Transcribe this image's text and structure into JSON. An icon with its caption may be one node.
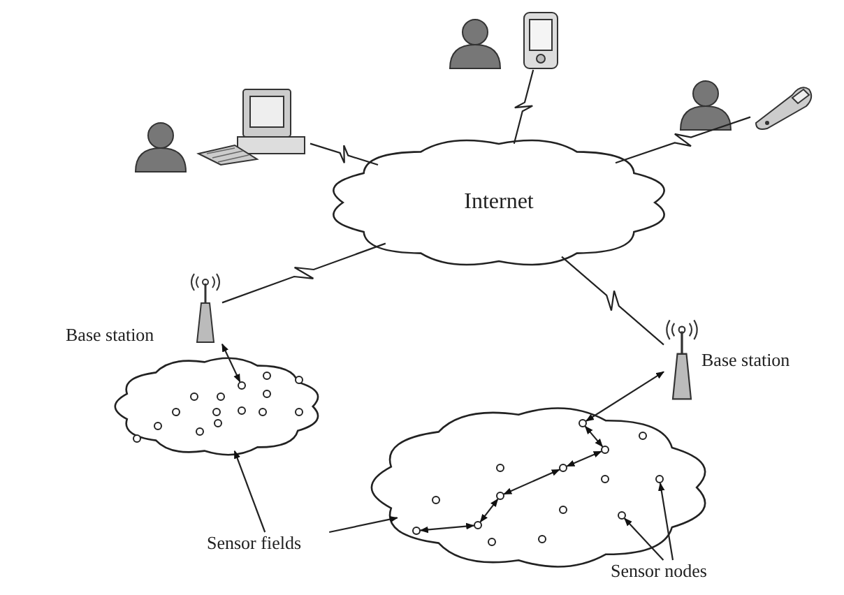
{
  "diagram": {
    "nodes": [
      {
        "text": [
          "Internet"
        ]
      },
      {
        "text": [],
        "shape": "computer"
      },
      {
        "text": [],
        "shape": "handheld"
      },
      {
        "text": [],
        "shape": "phone"
      },
      {
        "text": [],
        "shape": "tower",
        "beside": [
          "Base station"
        ]
      },
      {
        "text": [],
        "shape": "tower",
        "beside": [
          "Base station"
        ]
      },
      {
        "text": [],
        "shape": "cloud"
      },
      {
        "text": [],
        "shape": "cloud"
      },
      {
        "text": [
          "Sensor fields"
        ]
      },
      {
        "text": [
          "Sensor nodes"
        ]
      },
      {
        "text": [],
        "shape": "circle",
        "in": 6
      },
      {
        "text": [],
        "shape": "circle",
        "in": 6
      },
      {
        "text": [],
        "shape": "circle",
        "in": 6
      },
      {
        "text": [],
        "shape": "circle",
        "in": 6
      },
      {
        "text": [],
        "shape": "circle",
        "in": 6
      },
      {
        "text": [],
        "shape": "circle",
        "in": 6
      },
      {
        "text": [],
        "shape": "circle",
        "in": 6
      },
      {
        "text": [],
        "shape": "circle",
        "in": 6
      },
      {
        "text": [],
        "shape": "circle",
        "in": 6
      },
      {
        "text": [],
        "shape": "circle",
        "in": 6
      },
      {
        "text": [],
        "shape": "circle",
        "in": 6
      },
      {
        "text": [],
        "shape": "circle",
        "in": 6
      },
      {
        "text": [],
        "shape": "circle",
        "in": 6
      },
      {
        "text": [],
        "shape": "circle",
        "in": 6
      },
      {
        "text": [],
        "shape": "circle",
        "in": 6
      },
      {
        "text": [],
        "shape": "circle",
        "in": 7
      },
      {
        "text": [],
        "shape": "circle",
        "in": 7
      },
      {
        "text": [],
        "shape": "circle",
        "in": 7
      },
      {
        "text": [],
        "shape": "circle",
        "in": 7
      },
      {
        "text": [],
        "shape": "circle",
        "in": 7
      },
      {
        "text": [],
        "shape": "circle",
        "in": 7
      },
      {
        "text": [],
        "shape": "circle",
        "in": 7
      },
      {
        "text": [],
        "shape": "circle",
        "in": 7
      },
      {
        "text": [],
        "shape": "circle",
        "in": 7
      },
      {
        "text": [],
        "shape": "circle",
        "in": 7
      },
      {
        "text": [],
        "shape": "circle",
        "in": 7
      },
      {
        "text": [],
        "shape": "circle",
        "in": 7
      },
      {
        "text": [],
        "shape": "circle",
        "in": 7
      },
      {
        "text": [],
        "shape": "circle",
        "in": 7
      },
      {
        "text": [],
        "shape": "circle",
        "in": 7
      }
    ],
    "edges": [
      {
        "from": 1,
        "to": 0,
        "arrow": "none"
      },
      {
        "from": 2,
        "to": 0,
        "arrow": "none"
      },
      {
        "from": 3,
        "to": 0,
        "arrow": "none"
      },
      {
        "from": 0,
        "to": 4,
        "arrow": "none"
      },
      {
        "from": 0,
        "to": 5,
        "arrow": "none"
      },
      {
        "from": 4,
        "to": 10,
        "arrow": "both"
      },
      {
        "from": 5,
        "to": 25,
        "arrow": "both"
      },
      {
        "from": 25,
        "to": 27,
        "arrow": "both"
      },
      {
        "from": 27,
        "to": 28,
        "arrow": "both"
      },
      {
        "from": 28,
        "to": 32,
        "arrow": "both"
      },
      {
        "from": 32,
        "to": 36,
        "arrow": "both"
      },
      {
        "from": 36,
        "to": 37,
        "arrow": "both"
      },
      {
        "from": 8,
        "to": 6,
        "arrow": "to"
      },
      {
        "from": 8,
        "to": 7,
        "arrow": "to"
      },
      {
        "from": 9,
        "to": 35,
        "arrow": "to"
      },
      {
        "from": 9,
        "to": 31,
        "arrow": "to"
      }
    ]
  }
}
